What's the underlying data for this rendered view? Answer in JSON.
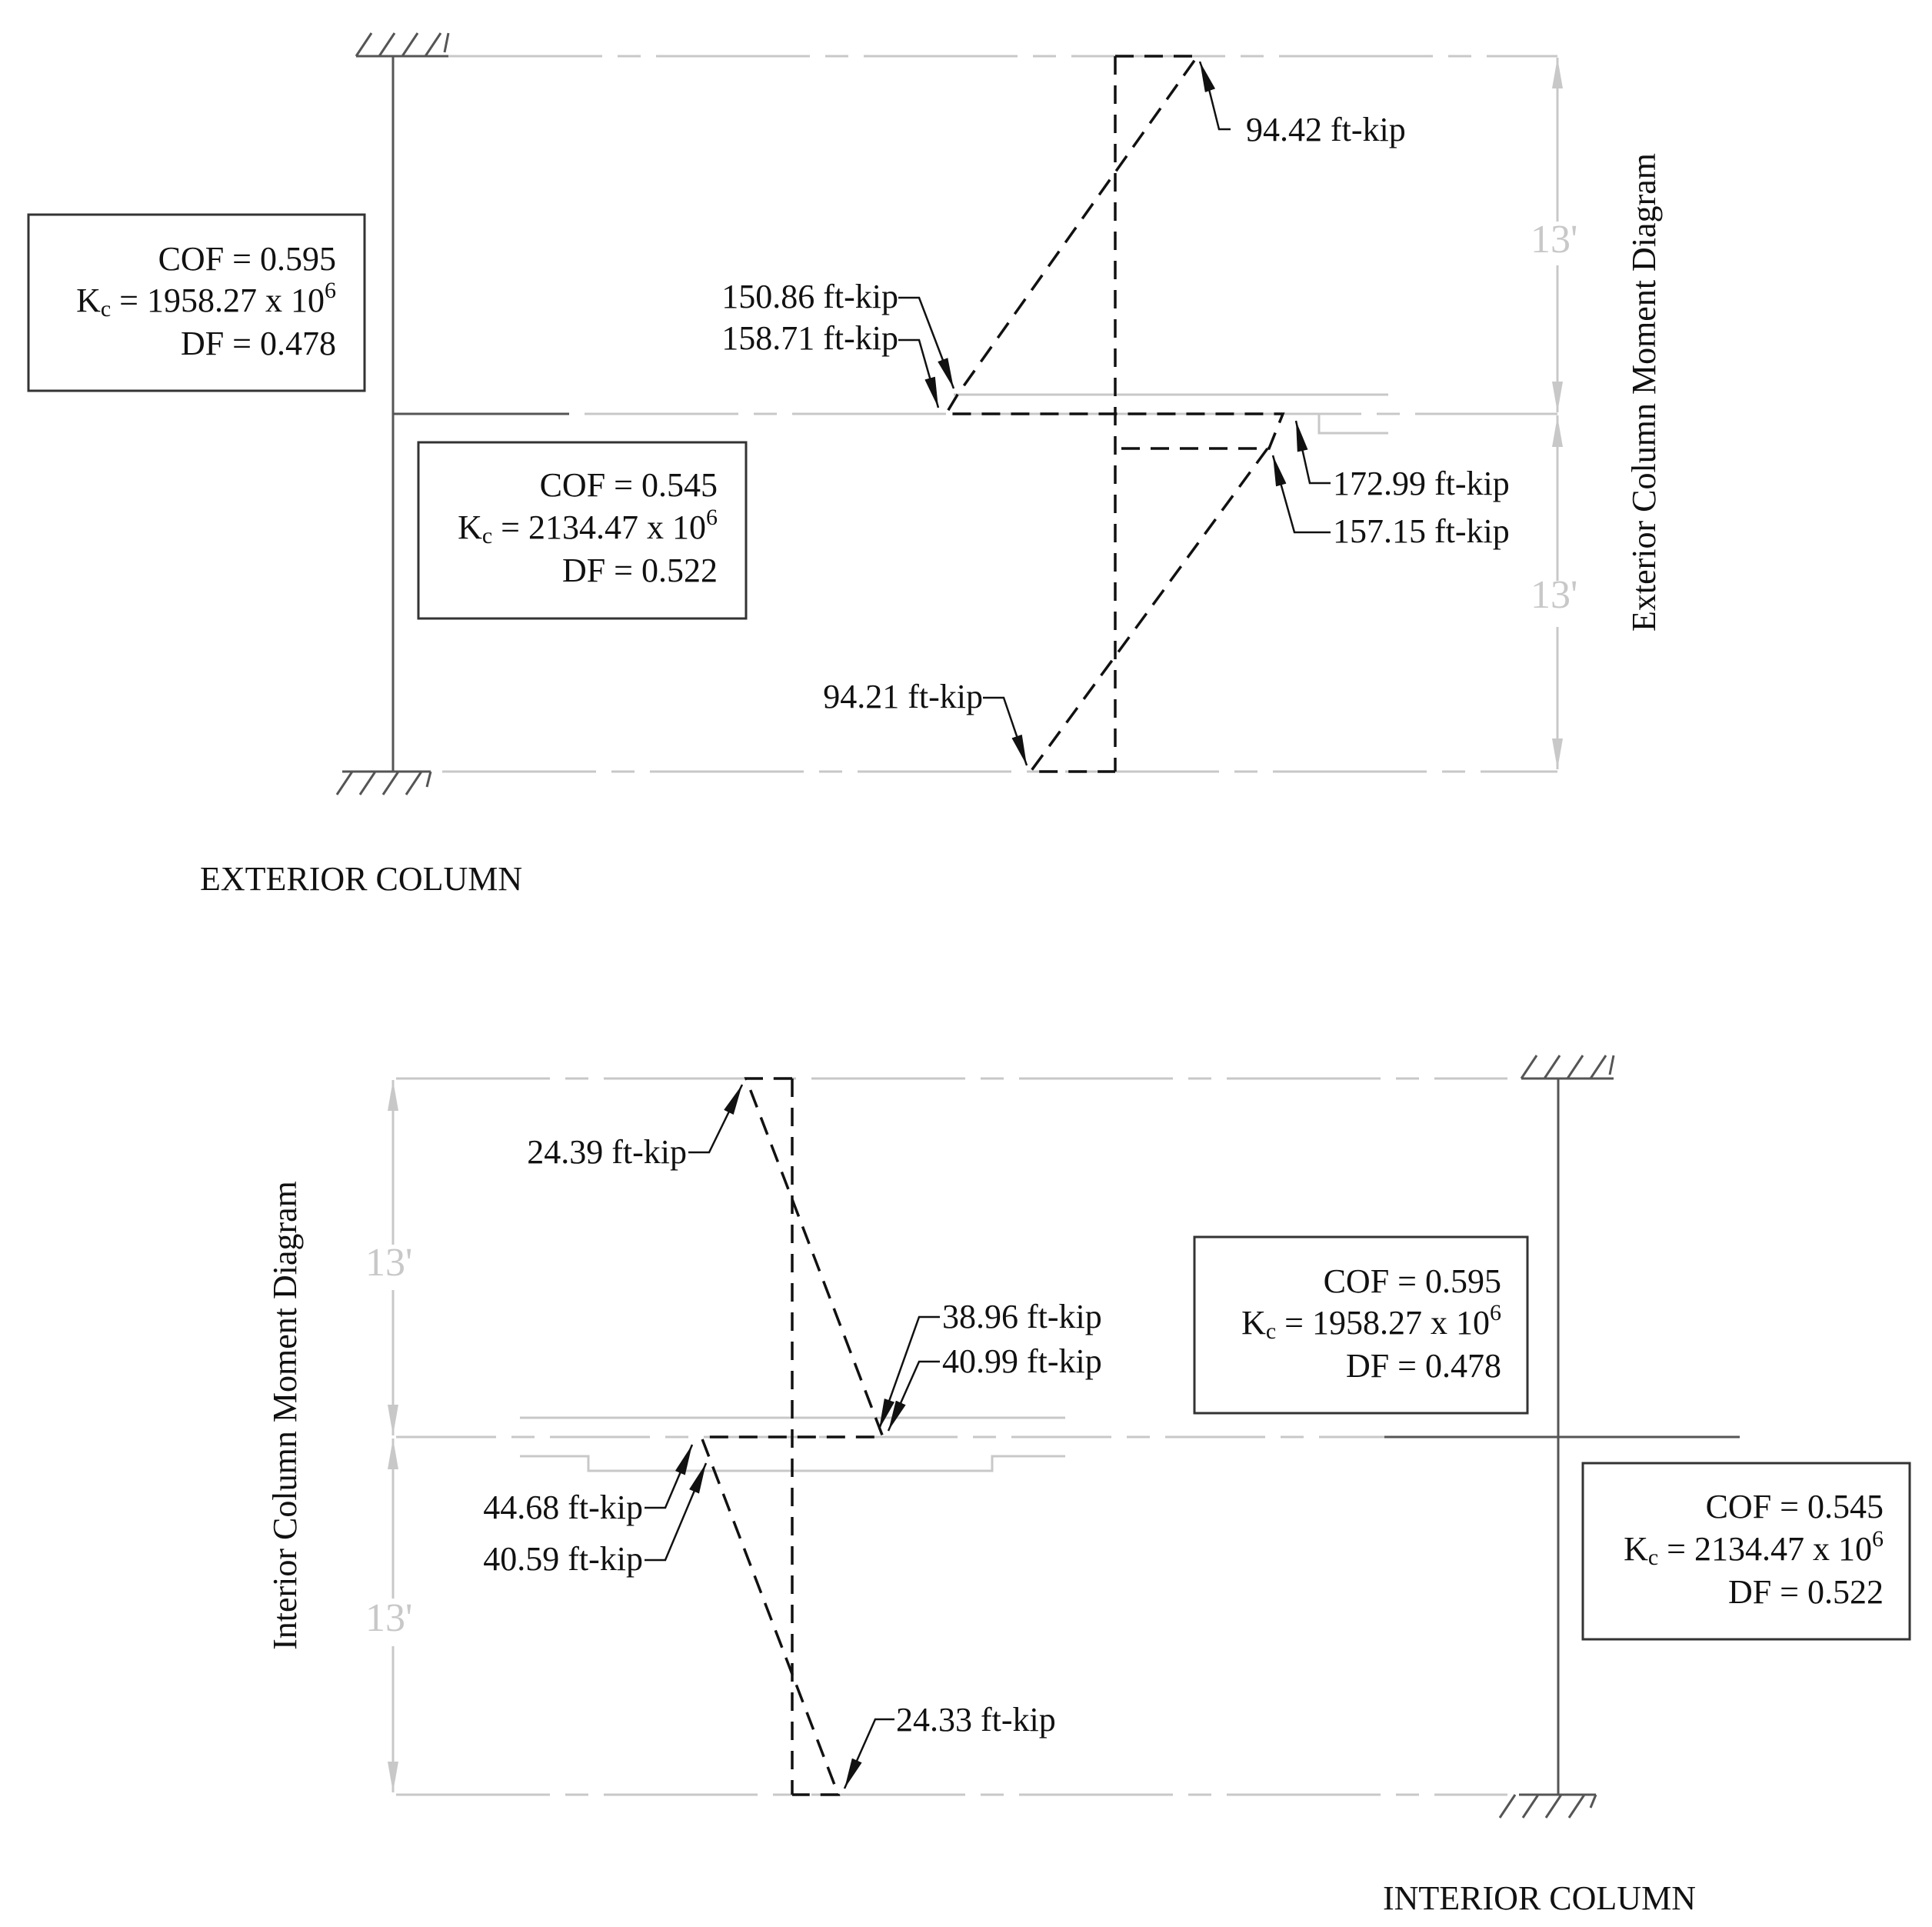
{
  "exterior": {
    "caption": "EXTERIOR COLUMN",
    "diagram_title": "Exterior Column Moment Diagram",
    "upper_box": {
      "cof": "COF = 0.595",
      "kc_main": "K",
      "kc_sub": "c",
      "kc_value": " = 1958.27 x 10",
      "kc_exp": "6",
      "df": "DF = 0.478"
    },
    "lower_box": {
      "cof": "COF = 0.545",
      "kc_main": "K",
      "kc_sub": "c",
      "kc_value": " = 2134.47 x 10",
      "kc_exp": "6",
      "df": "DF = 0.522"
    },
    "dims": {
      "upper": "13'",
      "lower": "13'"
    },
    "moments": {
      "top": "94.42 ft-kip",
      "joint_upper_1": "150.86 ft-kip",
      "joint_upper_2": "158.71 ft-kip",
      "joint_right_1": "172.99 ft-kip",
      "joint_right_2": "157.15 ft-kip",
      "bottom": "94.21 ft-kip"
    }
  },
  "interior": {
    "caption": "INTERIOR COLUMN",
    "diagram_title": "Interior Column Moment Diagram",
    "upper_box": {
      "cof": "COF = 0.595",
      "kc_main": "K",
      "kc_sub": "c",
      "kc_value": " = 1958.27 x 10",
      "kc_exp": "6",
      "df": "DF = 0.478"
    },
    "lower_box": {
      "cof": "COF = 0.545",
      "kc_main": "K",
      "kc_sub": "c",
      "kc_value": " = 2134.47 x 10",
      "kc_exp": "6",
      "df": "DF = 0.522"
    },
    "dims": {
      "upper": "13'",
      "lower": "13'"
    },
    "moments": {
      "top": "24.39 ft-kip",
      "joint_right_1": "38.96 ft-kip",
      "joint_right_2": "40.99 ft-kip",
      "joint_left_1": "44.68 ft-kip",
      "joint_left_2": "40.59 ft-kip",
      "bottom": "24.33 ft-kip"
    }
  }
}
